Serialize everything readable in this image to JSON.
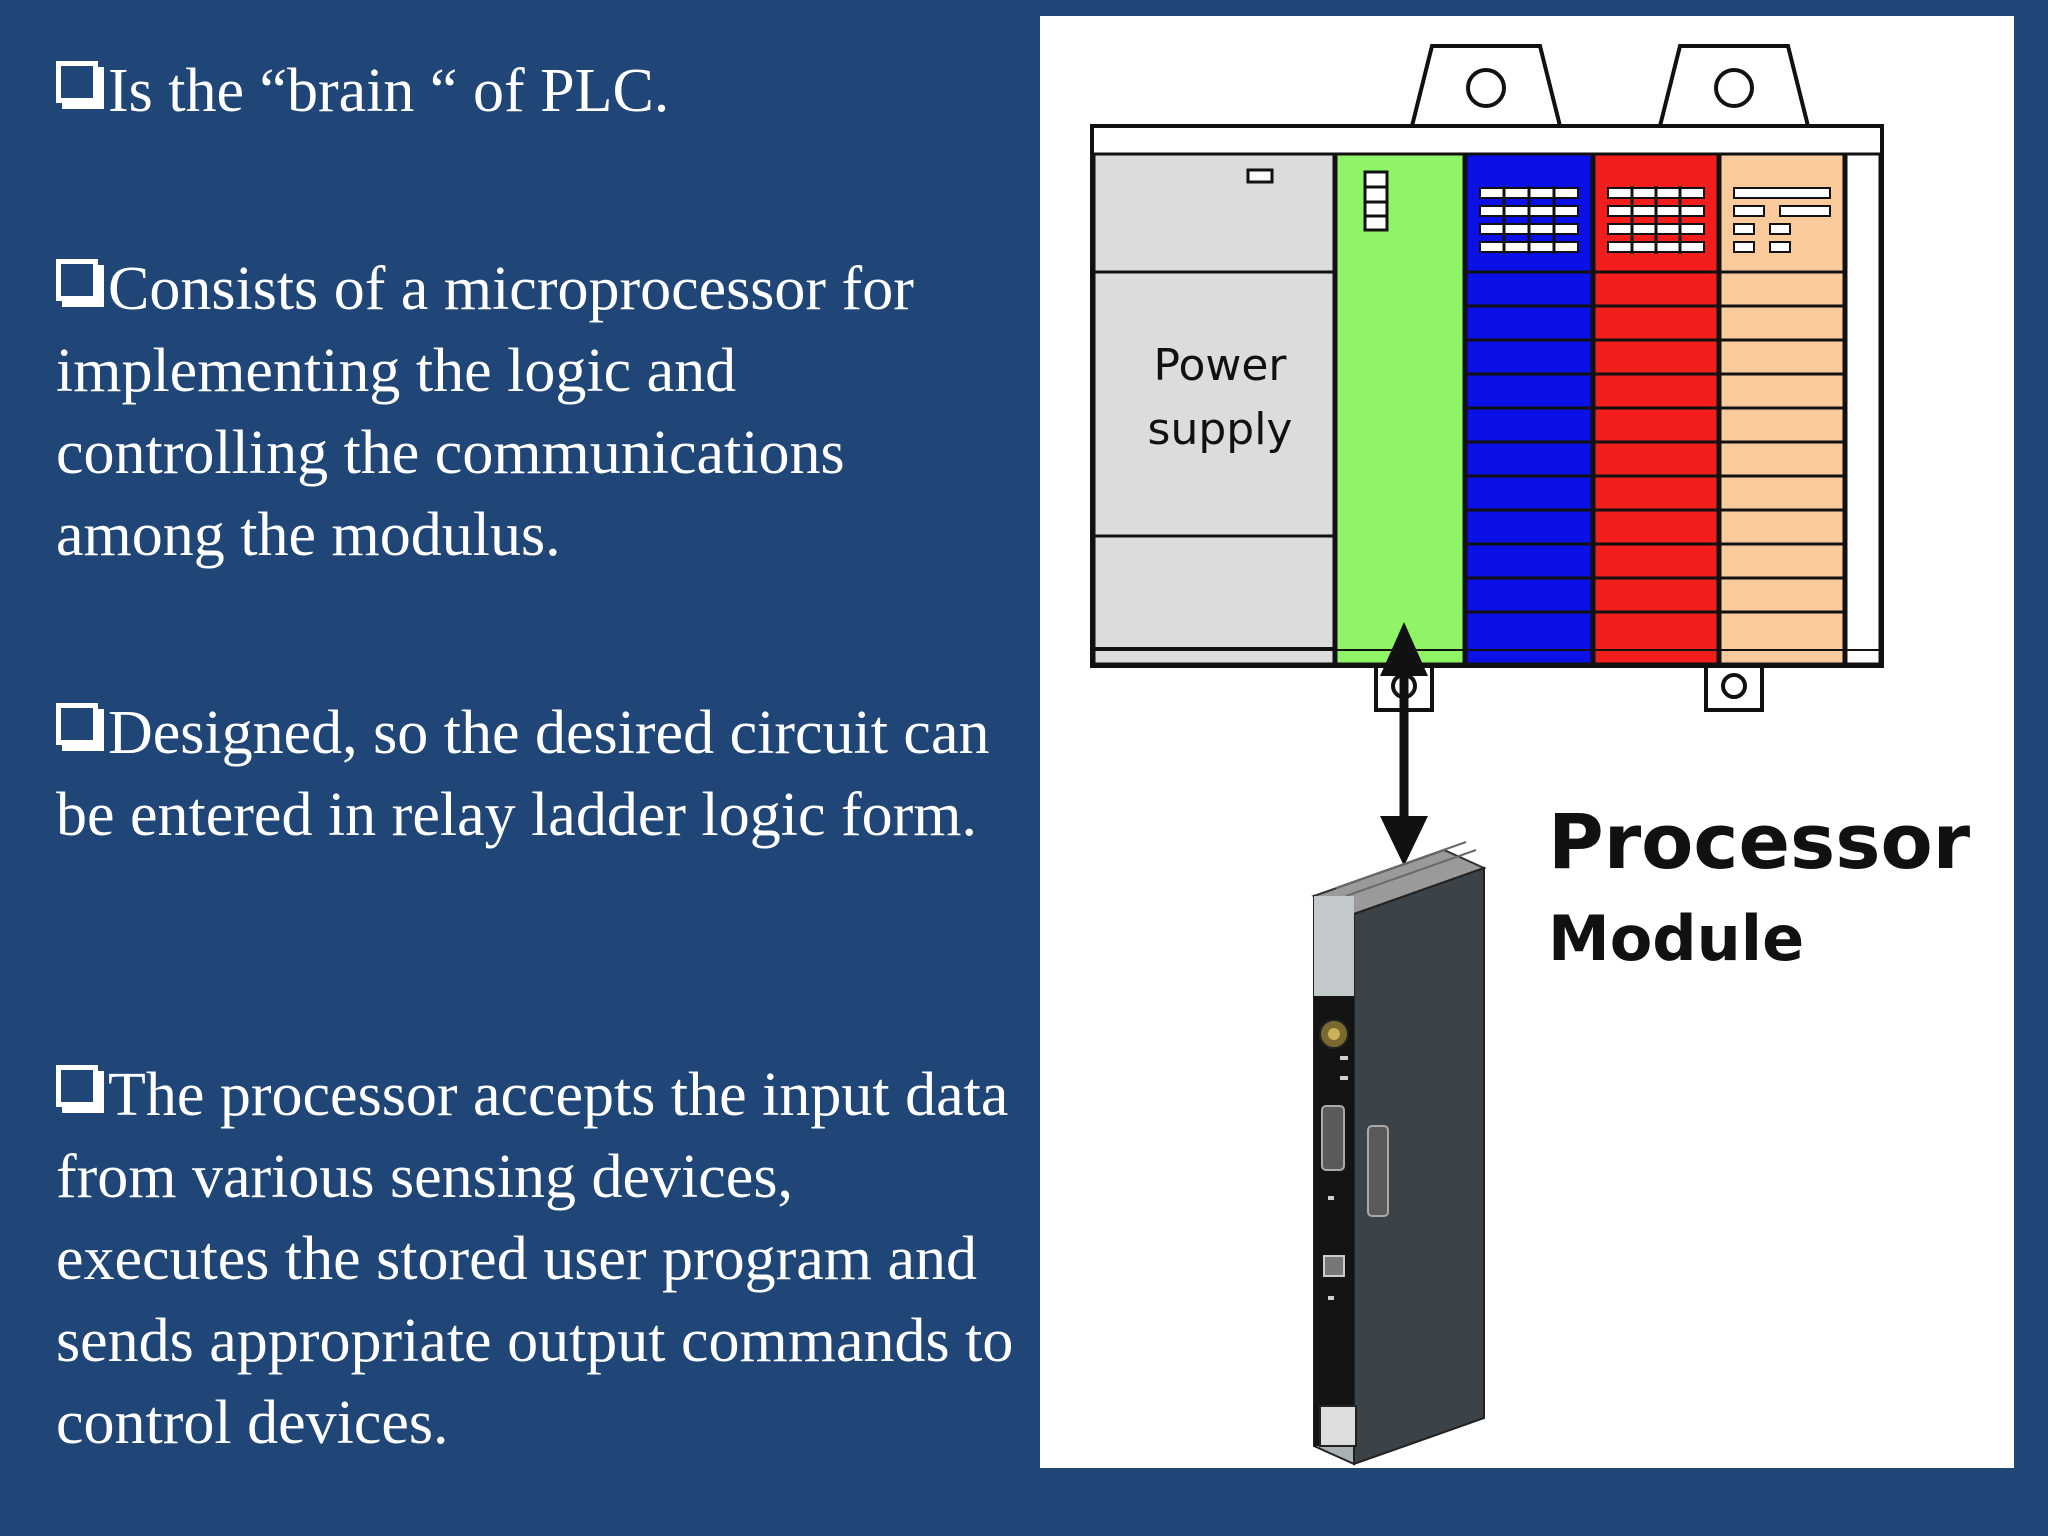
{
  "bullets": [
    {
      "text": "Is the “brain “ of  PLC."
    },
    {
      "text": "Consists of  a microprocessor for implementing the logic and controlling the communications among the modulus."
    },
    {
      "text": "Designed, so the desired circuit can be entered in relay ladder logic form."
    },
    {
      "text": "The processor accepts the input data from various sensing devices, executes the stored user program and sends appropriate output commands to control devices."
    }
  ],
  "figure": {
    "power_supply_line1": "Power",
    "power_supply_line2": "supply",
    "caption_line1": "Processor",
    "caption_line2": "Module"
  },
  "colors": {
    "background": "#1f4677",
    "power_supply": "#dcdcdc",
    "processor_slot": "#8ff566",
    "module_blue": "#0a10e6",
    "module_red": "#f21d1d",
    "module_peach": "#fbcb9c"
  },
  "icons": [
    "checkbox-bullet-icon"
  ]
}
